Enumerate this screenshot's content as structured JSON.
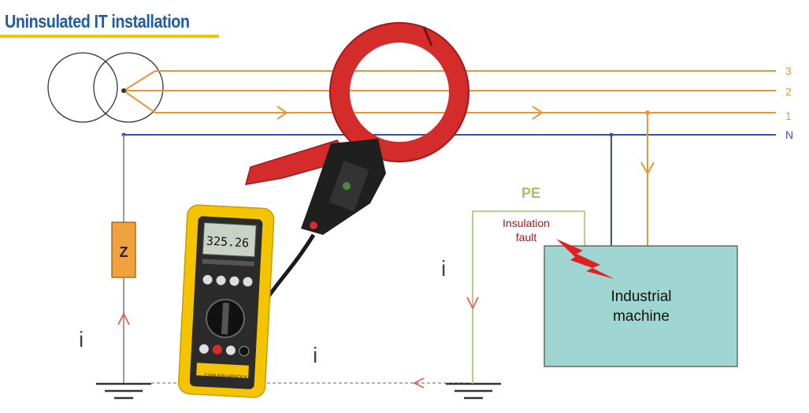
{
  "title": "Uninsulated IT installation",
  "phase_labels": {
    "l3": "3",
    "l2": "2",
    "l1": "1",
    "n": "N"
  },
  "impedance_label": "Z",
  "pe_label": "PE",
  "fault_label": {
    "line1": "Insulation",
    "line2": "fault"
  },
  "machine_label": {
    "line1": "Industrial",
    "line2": "machine"
  },
  "current_labels": {
    "left": "i",
    "center": "i",
    "pe": "i"
  },
  "meter": {
    "display": "325.26",
    "brand": "CHAUVIN ARNOUX"
  },
  "colors": {
    "phase": "#e8953a",
    "neutral": "#3b4fa8",
    "pe": "#9fc46a",
    "fault_text": "#a01818",
    "machine_fill": "#9fd6d2",
    "impedance_fill": "#f0a23f",
    "clamp": "#d42b2b",
    "meter_body": "#f5c400",
    "title": "#1f5aa6",
    "underline": "#f5c400"
  }
}
